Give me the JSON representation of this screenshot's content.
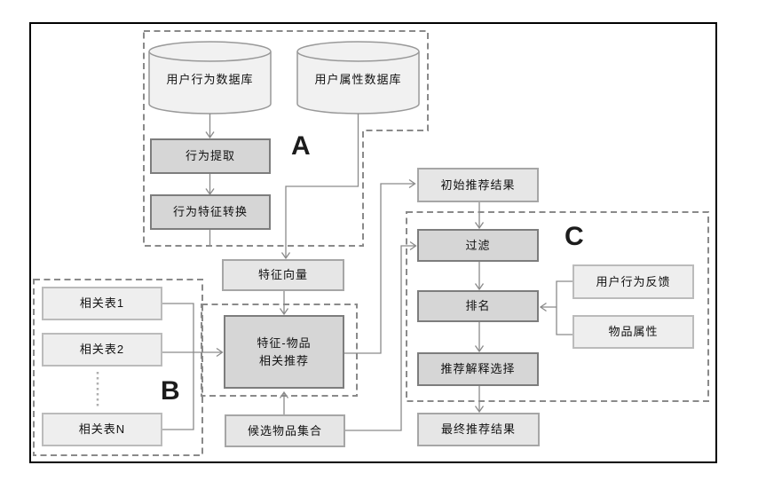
{
  "diagram": {
    "type": "flowchart",
    "group_labels": {
      "a": "A",
      "b": "B",
      "c": "C"
    },
    "nodes": {
      "user_behavior_db": "用户行为数据库",
      "user_attribute_db": "用户属性数据库",
      "behavior_extraction": "行为提取",
      "behavior_feature_transform": "行为特征转换",
      "feature_vector": "特征向量",
      "related_table_1": "相关表1",
      "related_table_2": "相关表2",
      "related_table_n": "相关表N",
      "feature_item_line1": "特征-物品",
      "feature_item_line2": "相关推荐",
      "candidate_item_set": "候选物品集合",
      "initial_result": "初始推荐结果",
      "filter": "过滤",
      "ranking": "排名",
      "explanation_selection": "推荐解释选择",
      "final_result": "最终推荐结果",
      "user_behavior_feedback": "用户行为反馈",
      "item_attribute": "物品属性"
    },
    "edges": [
      "user_behavior_db -> behavior_extraction",
      "behavior_extraction -> behavior_feature_transform",
      "behavior_feature_transform -> feature_vector",
      "user_attribute_db -> feature_vector",
      "feature_vector -> feature_item_recommend",
      "related_table_1 -> feature_item_recommend",
      "related_table_2 -> feature_item_recommend",
      "related_table_n -> feature_item_recommend",
      "candidate_item_set -> feature_item_recommend",
      "candidate_item_set -> filter",
      "feature_item_recommend -> initial_result",
      "initial_result -> filter",
      "filter -> ranking",
      "user_behavior_feedback -> ranking",
      "item_attribute -> ranking",
      "ranking -> explanation_selection",
      "explanation_selection -> final_result"
    ],
    "colors": {
      "box_dark_fill": "#d6d6d6",
      "box_dark_border": "#7d7d7d",
      "box_mid_fill": "#e6e6e6",
      "box_mid_border": "#a6a6a6",
      "box_light_fill": "#eeeeee",
      "box_light_border": "#bbbbbb",
      "cylinder_fill": "#f1f1f1",
      "cylinder_border": "#999999",
      "dashed_outline": "#8a8a8a",
      "connector": "#8a8a8a",
      "frame": "#000000",
      "text": "#111111"
    }
  }
}
